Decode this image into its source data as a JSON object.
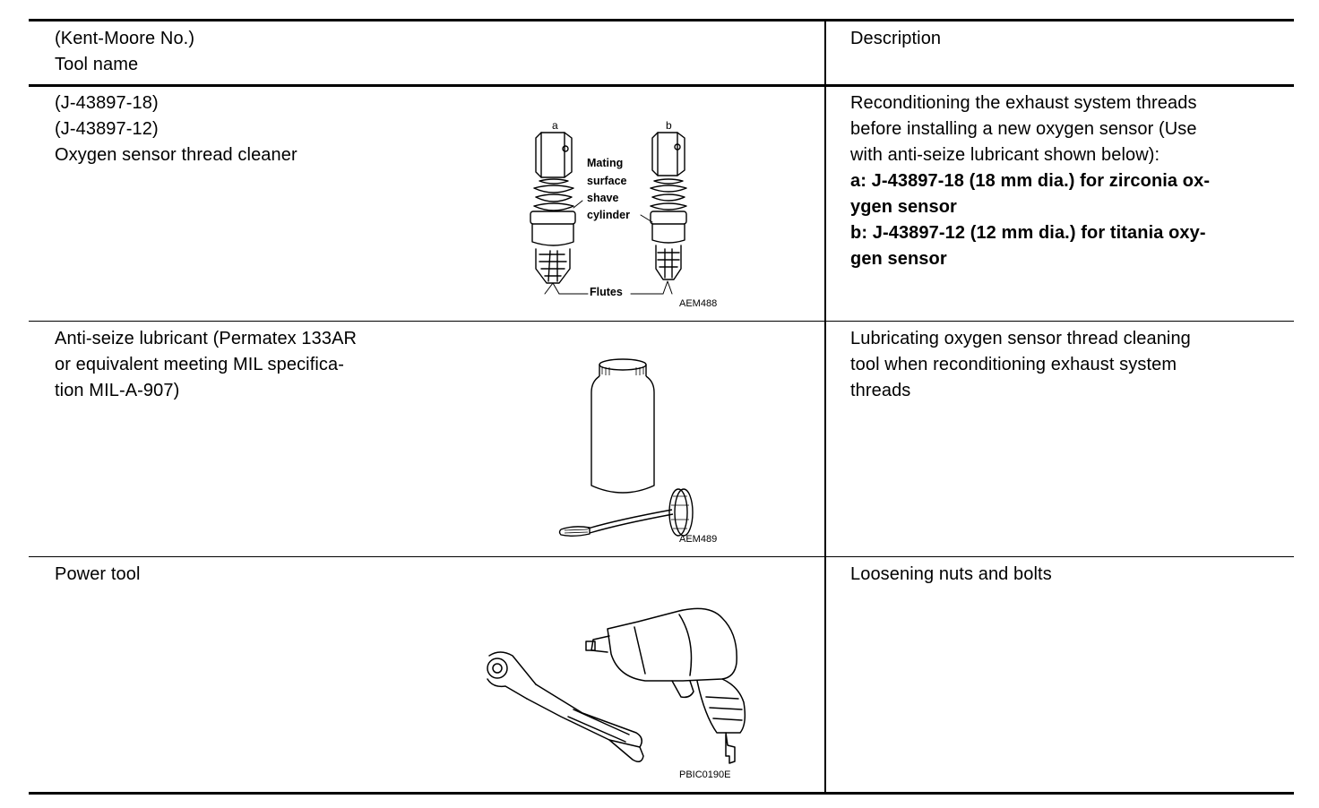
{
  "header": {
    "tool_col_line1": "(Kent-Moore No.)",
    "tool_col_line2": "Tool name",
    "desc_col": "Description"
  },
  "rows": [
    {
      "tool_lines": [
        "(J-43897-18)",
        "(J-43897-12)",
        "Oxygen sensor thread cleaner"
      ],
      "desc_lines": [
        "Reconditioning the exhaust system threads",
        "before installing a new oxygen sensor (Use",
        "with anti-seize lubricant shown below):"
      ],
      "desc_bold_lines": [
        "a: J-43897-18 (18 mm dia.) for zirconia ox-",
        "ygen sensor",
        "b: J-43897-12 (12 mm dia.) for titania oxy-",
        "gen sensor"
      ],
      "figure": {
        "label_a": "a",
        "label_b": "b",
        "callout_line1": "Mating",
        "callout_line2": "surface",
        "callout_line3": "shave",
        "callout_line4": "cylinder",
        "callout_flutes": "Flutes",
        "code": "AEM488"
      }
    },
    {
      "tool_lines": [
        "Anti-seize lubricant (Permatex 133AR",
        "or equivalent meeting MIL specifica-",
        "tion MIL-A-907)"
      ],
      "desc_lines": [
        "Lubricating oxygen sensor thread cleaning",
        "tool when reconditioning exhaust system",
        "threads"
      ],
      "figure": {
        "code": "AEM489"
      }
    },
    {
      "tool_lines": [
        "Power tool"
      ],
      "desc_lines": [
        "Loosening nuts and bolts"
      ],
      "figure": {
        "code": "PBIC0190E"
      }
    }
  ]
}
